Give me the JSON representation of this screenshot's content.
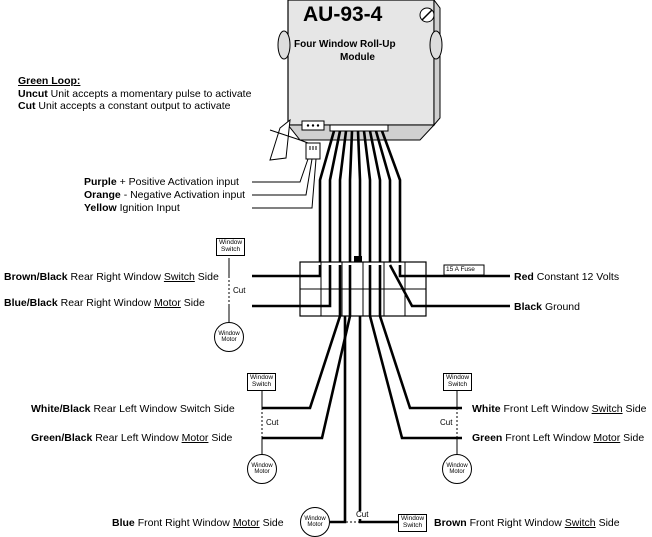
{
  "module": {
    "model": "AU-93-4",
    "title_line1": "Four Window Roll-Up",
    "title_line2": "Module"
  },
  "green_loop": {
    "heading": "Green Loop:",
    "uncut_label": "Uncut",
    "uncut_text": "Unit accepts a momentary pulse to activate",
    "cut_label": "Cut",
    "cut_text": "Unit accepts a constant output to activate"
  },
  "inputs": [
    {
      "color": "Purple",
      "text": "+ Positive Activation input"
    },
    {
      "color": "Orange",
      "text": "- Negative Activation input"
    },
    {
      "color": "Yellow",
      "text": "Ignition Input"
    }
  ],
  "wires": {
    "brown_black": {
      "color": "Brown/Black",
      "pre": "Rear Right Window",
      "u": "Switch",
      "post": "Side"
    },
    "blue_black": {
      "color": "Blue/Black",
      "pre": "Rear Right Window",
      "u": "Motor",
      "post": "Side"
    },
    "red": {
      "color": "Red",
      "text": "Constant 12 Volts"
    },
    "black": {
      "color": "Black",
      "text": "Ground"
    },
    "white_black": {
      "color": "White/Black",
      "pre": "Rear Left Window",
      "u": "Switch",
      "post": "Side"
    },
    "green_black": {
      "color": "Green/Black",
      "pre": "Rear Left Window",
      "u": "Motor",
      "post": "Side"
    },
    "white": {
      "color": "White",
      "pre": "Front Left Window",
      "u": "Switch",
      "post": "Side"
    },
    "green": {
      "color": "Green",
      "pre": "Front Left Window",
      "u": "Motor",
      "post": "Side"
    },
    "blue": {
      "color": "Blue",
      "pre": "Front Right Window",
      "u": "Motor",
      "post": "Side"
    },
    "brown": {
      "color": "Brown",
      "pre": "Front Right Window",
      "u": "Switch",
      "post": "Side"
    }
  },
  "components": {
    "window_switch_l1": "Window",
    "window_switch_l2": "Switch",
    "window_motor_l1": "Window",
    "window_motor_l2": "Motor",
    "cut": "Cut",
    "fuse": "15 A Fuse"
  }
}
